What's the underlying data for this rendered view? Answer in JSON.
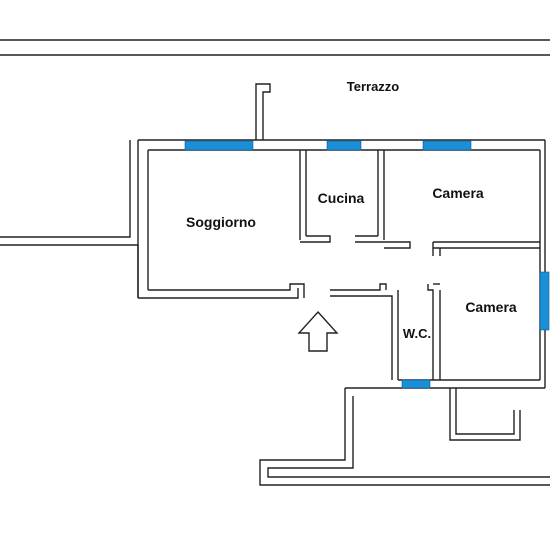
{
  "plan": {
    "rooms": {
      "terrazzo": "Terrazzo",
      "soggiorno": "Soggiorno",
      "cucina": "Cucina",
      "camera_1": "Camera",
      "camera_2": "Camera",
      "wc": "W.C."
    },
    "colors": {
      "window": "#1a8fd8",
      "wall": "#222222",
      "background": "#ffffff"
    },
    "icons": {
      "entrance": "up-arrow-icon"
    }
  }
}
